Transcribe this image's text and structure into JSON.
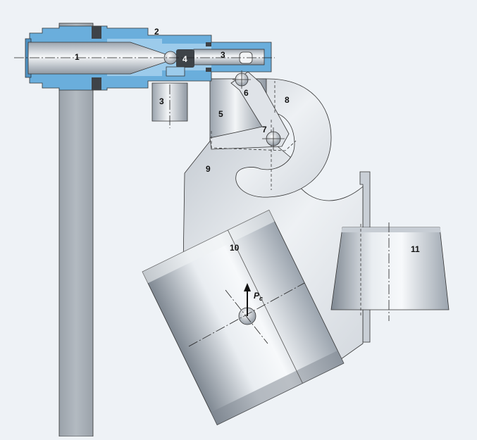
{
  "labels": {
    "l1": "1",
    "l2": "2",
    "l3a": "3",
    "l3b": "3",
    "l4": "4",
    "l5": "5",
    "l6": "6",
    "l7": "7",
    "l8": "8",
    "l9": "9",
    "l10": "10",
    "l11": "11",
    "force": "P",
    "force_sub": "c"
  },
  "colors": {
    "background": "#eef2f6",
    "housing_blue": "#6aaedc",
    "housing_light": "#9ccbeb",
    "steel_light": "#f4f6f8",
    "steel_dark": "#a9b2bc",
    "rod_gray": "#a7aeb6",
    "seal_dark": "#3e4348"
  }
}
